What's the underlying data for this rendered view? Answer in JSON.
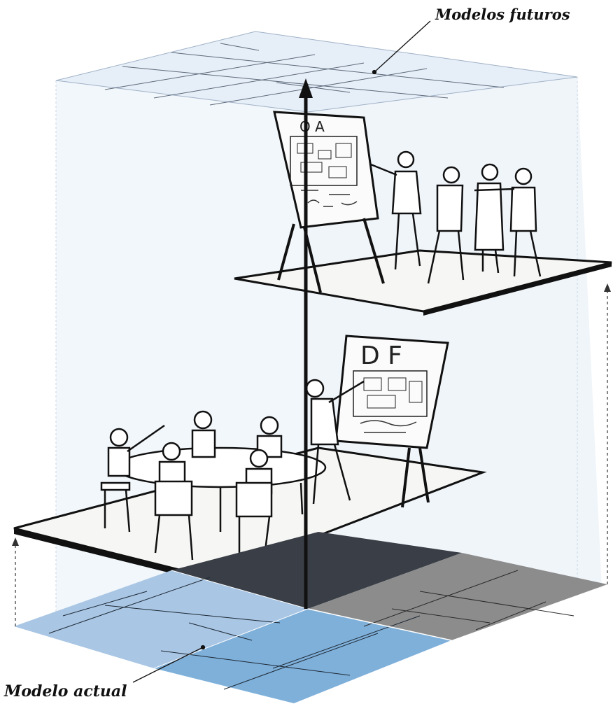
{
  "labels": {
    "future": "Modelos futuros",
    "current": "Modelo actual"
  },
  "boards": {
    "future_board_letters": "O A",
    "current_board_letters": "D F"
  },
  "colors": {
    "top_plane": "#e6eef8",
    "volume_fill": "#f1f6fb",
    "floor_light_blue": "#a9c6e4",
    "floor_mid_blue": "#7fb0da",
    "floor_dark": "#3a3f47",
    "floor_gray": "#8c8c8c",
    "ink": "#111111"
  }
}
